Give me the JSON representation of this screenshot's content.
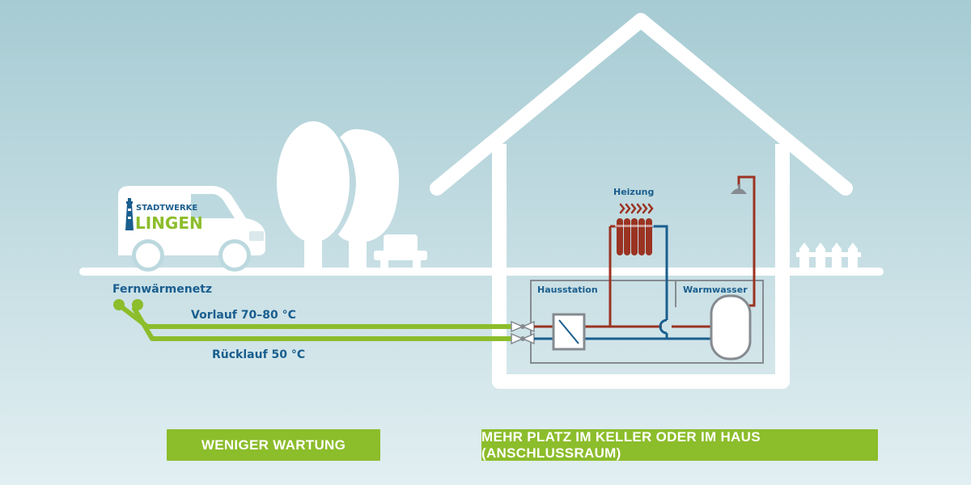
{
  "brand": {
    "line1": "STADTWERKE",
    "line2": "LINGEN",
    "logo_blue": "#1a5e8e",
    "logo_green": "#8cbd2b"
  },
  "labels": {
    "network": "Fernwärmenetz",
    "flow": "Vorlauf 70–80 °C",
    "return": "Rücklauf 50 °C",
    "heating": "Heizung",
    "substation": "Hausstation",
    "hot_water": "Warmwasser"
  },
  "buttons": {
    "less_maintenance": "WENIGER WARTUNG",
    "more_space": "MEHR PLATZ IM KELLER ODER IM HAUS (ANSCHLUSSRAUM)"
  },
  "colors": {
    "green": "#8cbd2b",
    "red": "#9b3322",
    "blue": "#1a5e8e",
    "grey": "#858b90",
    "white": "#ffffff",
    "sky_top": "#a7ccd4",
    "sky_bottom": "#deedf1"
  },
  "icons": [
    "van-icon",
    "tree-icon",
    "house-icon",
    "radiator-icon",
    "shower-icon",
    "fence-icon",
    "valve-icon",
    "heat-exchanger-icon",
    "hot-water-tank-icon"
  ]
}
